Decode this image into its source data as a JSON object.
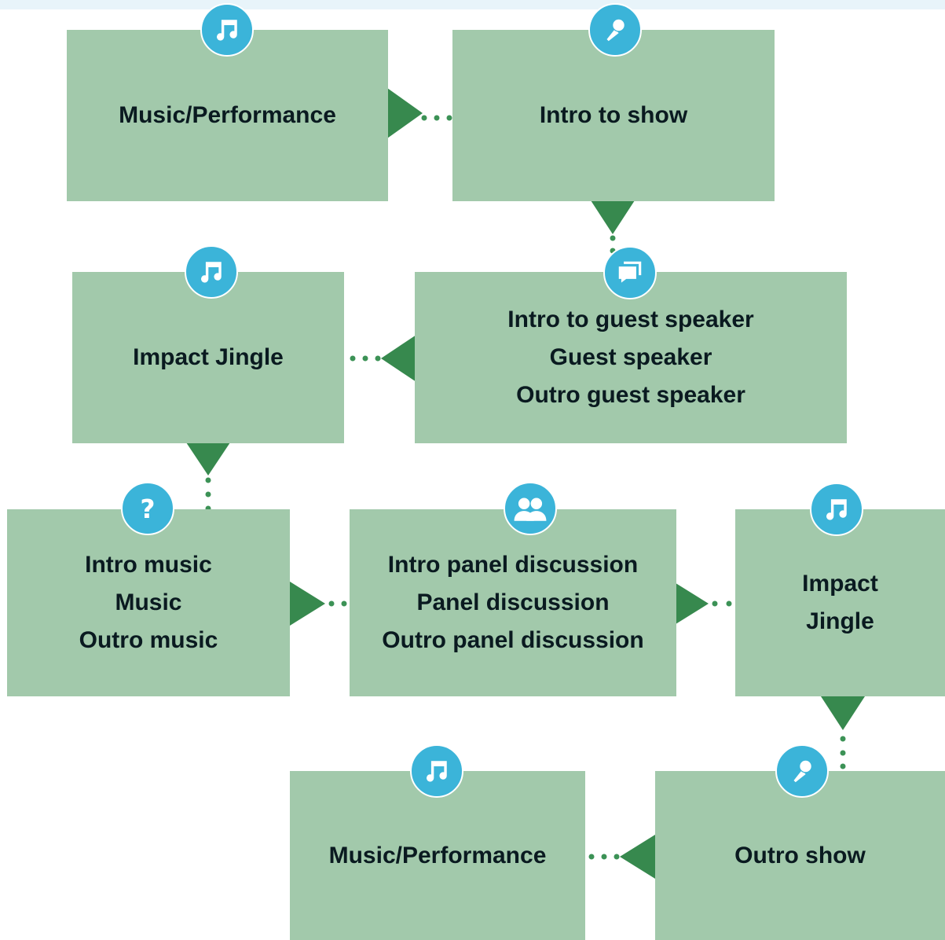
{
  "colors": {
    "node_fill": "#a2c9ab",
    "arrow": "#37894e",
    "dots": "#3c9256",
    "icon_bg": "#3bb4d9",
    "text": "#0a1a20",
    "top_band": "#e8f4fa"
  },
  "nodes": [
    {
      "id": "music-performance-1",
      "icon": "music-note-icon",
      "lines": [
        "Music/Performance"
      ]
    },
    {
      "id": "intro-to-show",
      "icon": "microphone-icon",
      "lines": [
        "Intro to show"
      ]
    },
    {
      "id": "guest-speaker",
      "icon": "chat-bubbles-icon",
      "lines": [
        "Intro to guest speaker",
        "Guest speaker",
        "Outro guest speaker"
      ]
    },
    {
      "id": "impact-jingle-1",
      "icon": "music-note-icon",
      "lines": [
        "Impact Jingle"
      ]
    },
    {
      "id": "music-segment",
      "icon": "question-icon",
      "lines": [
        "Intro music",
        "Music",
        "Outro music"
      ]
    },
    {
      "id": "panel-discussion",
      "icon": "people-icon",
      "lines": [
        "Intro panel discussion",
        "Panel discussion",
        "Outro panel discussion"
      ]
    },
    {
      "id": "impact-jingle-2",
      "icon": "music-note-icon",
      "lines": [
        "Impact",
        "Jingle"
      ]
    },
    {
      "id": "outro-show",
      "icon": "microphone-icon",
      "lines": [
        "Outro show"
      ]
    },
    {
      "id": "music-performance-2",
      "icon": "music-note-icon",
      "lines": [
        "Music/Performance"
      ]
    }
  ],
  "flow": [
    {
      "from": "music-performance-1",
      "to": "intro-to-show",
      "direction": "right"
    },
    {
      "from": "intro-to-show",
      "to": "guest-speaker",
      "direction": "down"
    },
    {
      "from": "guest-speaker",
      "to": "impact-jingle-1",
      "direction": "left"
    },
    {
      "from": "impact-jingle-1",
      "to": "music-segment",
      "direction": "down"
    },
    {
      "from": "music-segment",
      "to": "panel-discussion",
      "direction": "right"
    },
    {
      "from": "panel-discussion",
      "to": "impact-jingle-2",
      "direction": "right"
    },
    {
      "from": "impact-jingle-2",
      "to": "outro-show",
      "direction": "down"
    },
    {
      "from": "outro-show",
      "to": "music-performance-2",
      "direction": "left"
    }
  ]
}
